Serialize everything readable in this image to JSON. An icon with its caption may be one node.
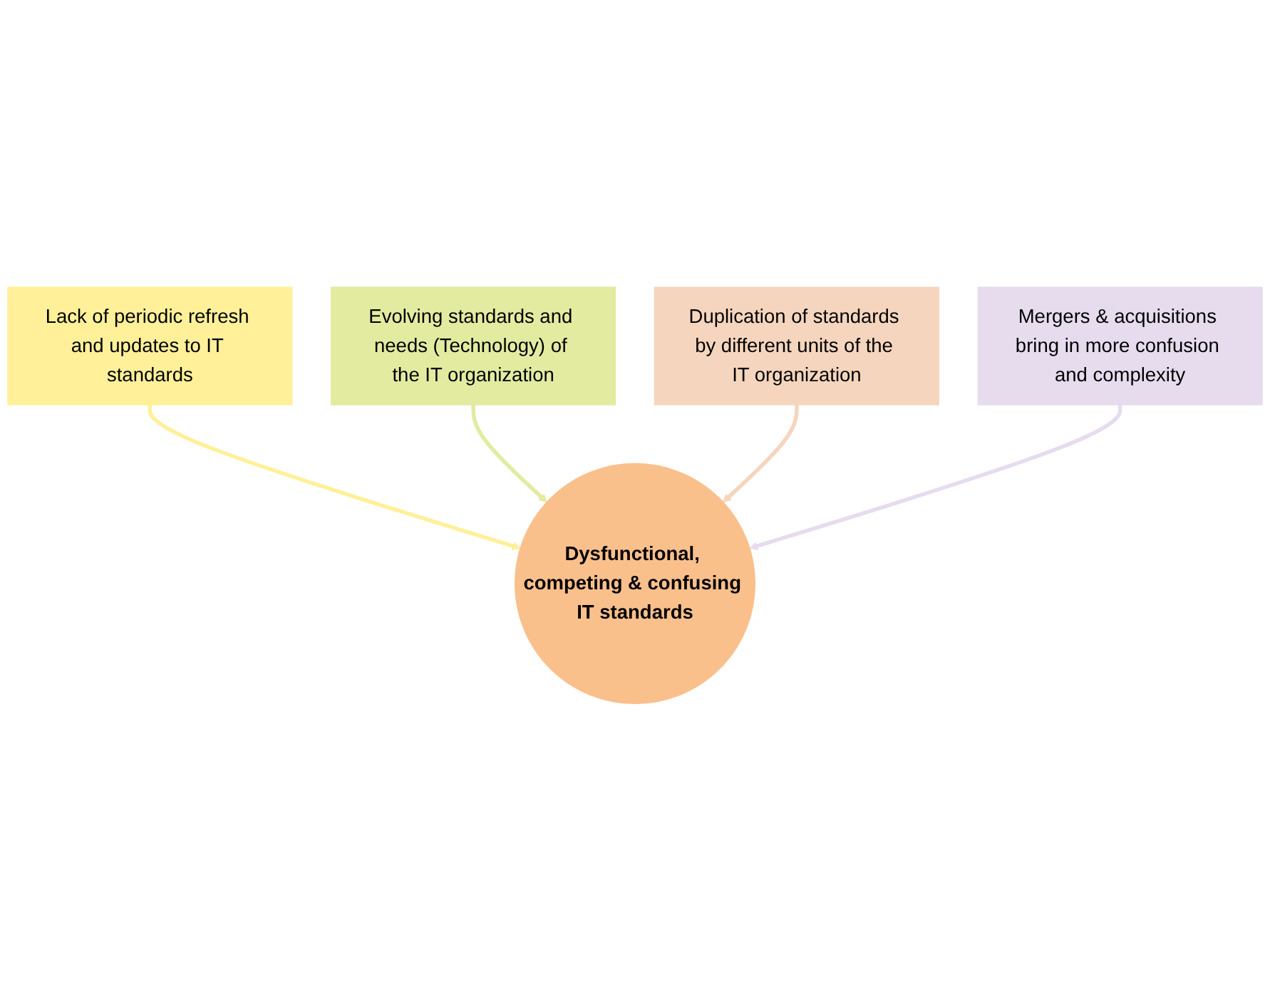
{
  "diagram": {
    "nodes": [
      {
        "text": [
          "Lack of periodic refresh and updates to IT standards"
        ]
      },
      {
        "text": [
          "Evolving standards and needs (Technology) of the IT organization"
        ]
      },
      {
        "text": [
          "Dysfunctional, competing & confusing IT standards"
        ]
      },
      {
        "text": [
          "Duplication of standards by different units of the IT organization"
        ]
      },
      {
        "text": [
          "Mergers & acquisitions bring in more confusion and complexity"
        ]
      }
    ],
    "edges": [
      {
        "from": 0,
        "to": 2,
        "arrow": "to",
        "color": "#fff099"
      },
      {
        "from": 1,
        "to": 2,
        "arrow": "to",
        "color": "#e2eba0"
      },
      {
        "from": 3,
        "to": 2,
        "arrow": "to",
        "color": "#f5d5bd"
      },
      {
        "from": 4,
        "to": 2,
        "arrow": "to",
        "color": "#e6dcee"
      }
    ]
  }
}
